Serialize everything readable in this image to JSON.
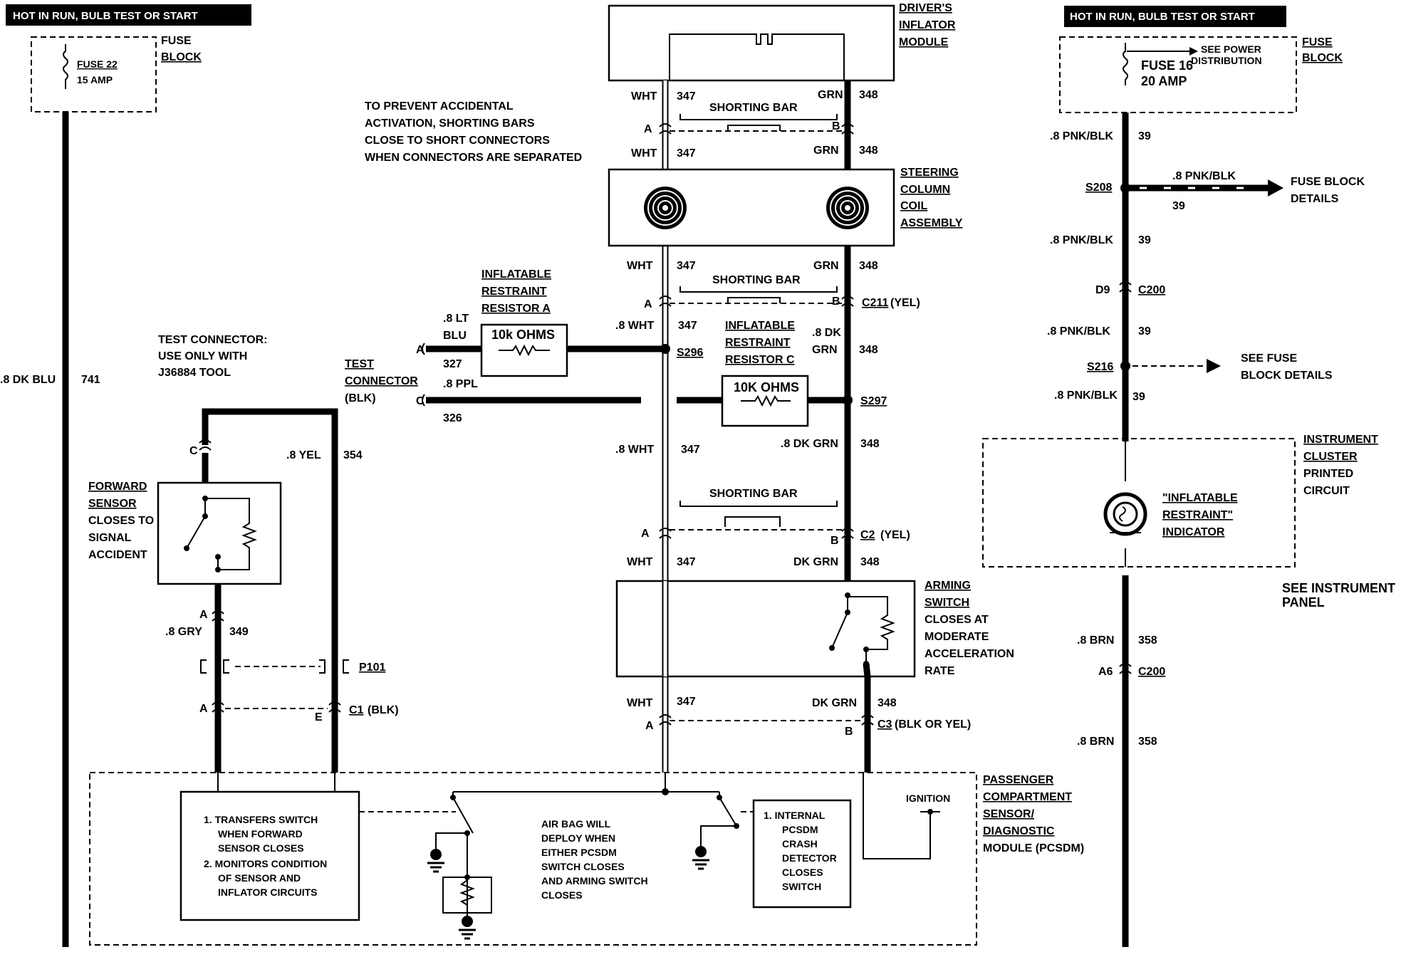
{
  "left_panel": {
    "header": "HOT IN RUN, BULB TEST OR START",
    "fuse_name": "FUSE 22",
    "fuse_rating": "15 AMP",
    "fuse_block_line1": "FUSE",
    "fuse_block_line2": "BLOCK",
    "wire_741_color": ".8 DK BLU",
    "wire_741_num": "741",
    "test_conn_note_1": "TEST CONNECTOR:",
    "test_conn_note_2": "USE ONLY WITH",
    "test_conn_note_3": "J36884 TOOL",
    "conn_c": "C",
    "wire_354_color": ".8 YEL",
    "wire_354_num": "354",
    "fwd_sensor_1": "FORWARD",
    "fwd_sensor_2": "SENSOR",
    "fwd_sensor_3": "CLOSES TO",
    "fwd_sensor_4": "SIGNAL",
    "fwd_sensor_5": "ACCIDENT",
    "conn_a1": "A",
    "wire_349_color": ".8 GRY",
    "wire_349_num": "349",
    "p101": "P101",
    "conn_a2": "A",
    "conn_e": "E",
    "c1_label": "C1",
    "c1_color": "(BLK)"
  },
  "center": {
    "inflator_1": "DRIVER'S",
    "inflator_2": "INFLATOR",
    "inflator_3": "MODULE",
    "wht": "WHT",
    "grn": "GRN",
    "w347": "347",
    "w348": "348",
    "shorting_bar": "SHORTING BAR",
    "conn_a": "A",
    "conn_b": "B",
    "prevent_1": "TO PREVENT ACCIDENTAL",
    "prevent_2": "ACTIVATION, SHORTING BARS",
    "prevent_3": "CLOSE TO SHORT CONNECTORS",
    "prevent_4": "WHEN CONNECTORS ARE SEPARATED",
    "steering_1": "STEERING",
    "steering_2": "COLUMN",
    "steering_3": "COIL",
    "steering_4": "ASSEMBLY",
    "c211": "C211",
    "c211_color": "(YEL)",
    "resA_1": "INFLATABLE",
    "resA_2": "RESTRAINT",
    "resA_3": "RESISTOR A",
    "resA_val": "10k OHMS",
    "lt_blu_1": ".8 LT",
    "lt_blu_2": "BLU",
    "w327": "327",
    "conn_a_in": "A",
    "wht8": ".8 WHT",
    "s296": "S296",
    "resC_1": "INFLATABLE",
    "resC_2": "RESTRAINT",
    "resC_3": "RESISTOR C",
    "resC_val": "10K OHMS",
    "dkgrn_1": ".8 DK",
    "dkgrn_2": "GRN",
    "test_1": "TEST",
    "test_2": "CONNECTOR",
    "test_3": "(BLK)",
    "ppl": ".8 PPL",
    "w326": "326",
    "conn_c_in": "C",
    "s297": "S297",
    "dkgrn8": ".8 DK GRN",
    "c2": "C2",
    "c2_color": "(YEL)",
    "dkgrn": "DK GRN",
    "arm_1": "ARMING",
    "arm_2": "SWITCH",
    "arm_3": "CLOSES AT",
    "arm_4": "MODERATE",
    "arm_5": "ACCELERATION",
    "arm_6": "RATE",
    "c3": "C3",
    "c3_color": "(BLK OR YEL)"
  },
  "pcsdm": {
    "name_1": "PASSENGER",
    "name_2": "COMPARTMENT",
    "name_3": "SENSOR/",
    "name_4": "DIAGNOSTIC",
    "name_5": "MODULE (PCSDM)",
    "box1_1": "1. TRANSFERS SWITCH",
    "box1_2": "WHEN FORWARD",
    "box1_3": "SENSOR CLOSES",
    "box1_4": "2. MONITORS CONDITION",
    "box1_5": "OF SENSOR AND",
    "box1_6": "INFLATOR CIRCUITS",
    "deploy_1": "AIR BAG WILL",
    "deploy_2": "DEPLOY WHEN",
    "deploy_3": "EITHER PCSDM",
    "deploy_4": "SWITCH CLOSES",
    "deploy_5": "AND ARMING SWITCH",
    "deploy_6": "CLOSES",
    "box2_1": "1. INTERNAL",
    "box2_2": "PCSDM",
    "box2_3": "CRASH",
    "box2_4": "DETECTOR",
    "box2_5": "CLOSES",
    "box2_6": "SWITCH",
    "ignition": "IGNITION"
  },
  "right_panel": {
    "header": "HOT IN RUN, BULB TEST OR START",
    "see_power_1": "SEE POWER",
    "see_power_2": "DISTRIBUTION",
    "fuse_name": "FUSE 16",
    "fuse_rating": "20 AMP",
    "fuse_block_1": "FUSE",
    "fuse_block_2": "BLOCK",
    "pnk": ".8 PNK/BLK",
    "w39": "39",
    "s208": "S208",
    "fuse_details_1": "FUSE BLOCK",
    "fuse_details_2": "DETAILS",
    "d9": "D9",
    "c200": "C200",
    "s216": "S216",
    "see_fuse_1": "SEE FUSE",
    "see_fuse_2": "BLOCK DETAILS",
    "ic_1": "INSTRUMENT",
    "ic_2": "CLUSTER",
    "ic_3": "PRINTED",
    "ic_4": "CIRCUIT",
    "ind_1": "\"INFLATABLE",
    "ind_2": "RESTRAINT\"",
    "ind_3": "INDICATOR",
    "see_ip_1": "SEE INSTRUMENT",
    "see_ip_2": "PANEL",
    "brn": ".8 BRN",
    "w358": "358",
    "a6": "A6"
  }
}
